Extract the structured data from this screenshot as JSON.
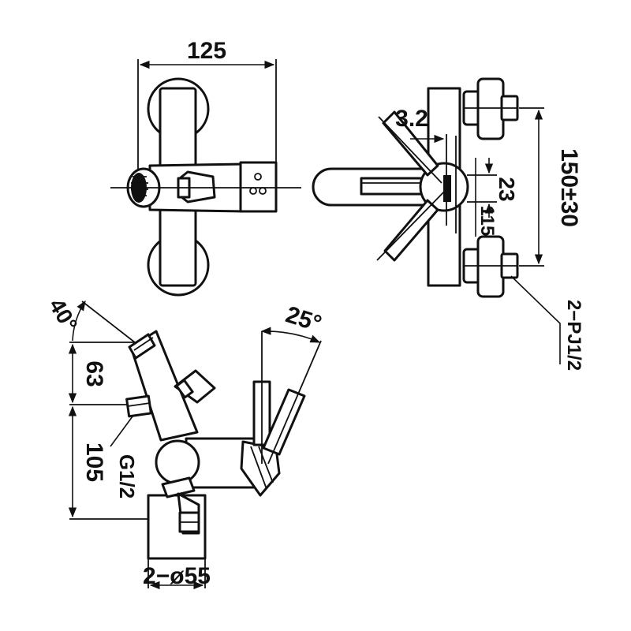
{
  "dimensions": {
    "width_125": "125",
    "gap_3_2": "3.2",
    "centers_150_30": "150±30",
    "offset_23": "23",
    "offset_115": "115",
    "thread_2_pj": "2−PJ1/2",
    "angle_40": "40°",
    "angle_25": "25°",
    "height_63": "63",
    "height_105": "105",
    "thread_g": "G1/2",
    "diameter_2_55": "2−ø55"
  },
  "colors": {
    "line": "#111111",
    "background": "#ffffff"
  }
}
